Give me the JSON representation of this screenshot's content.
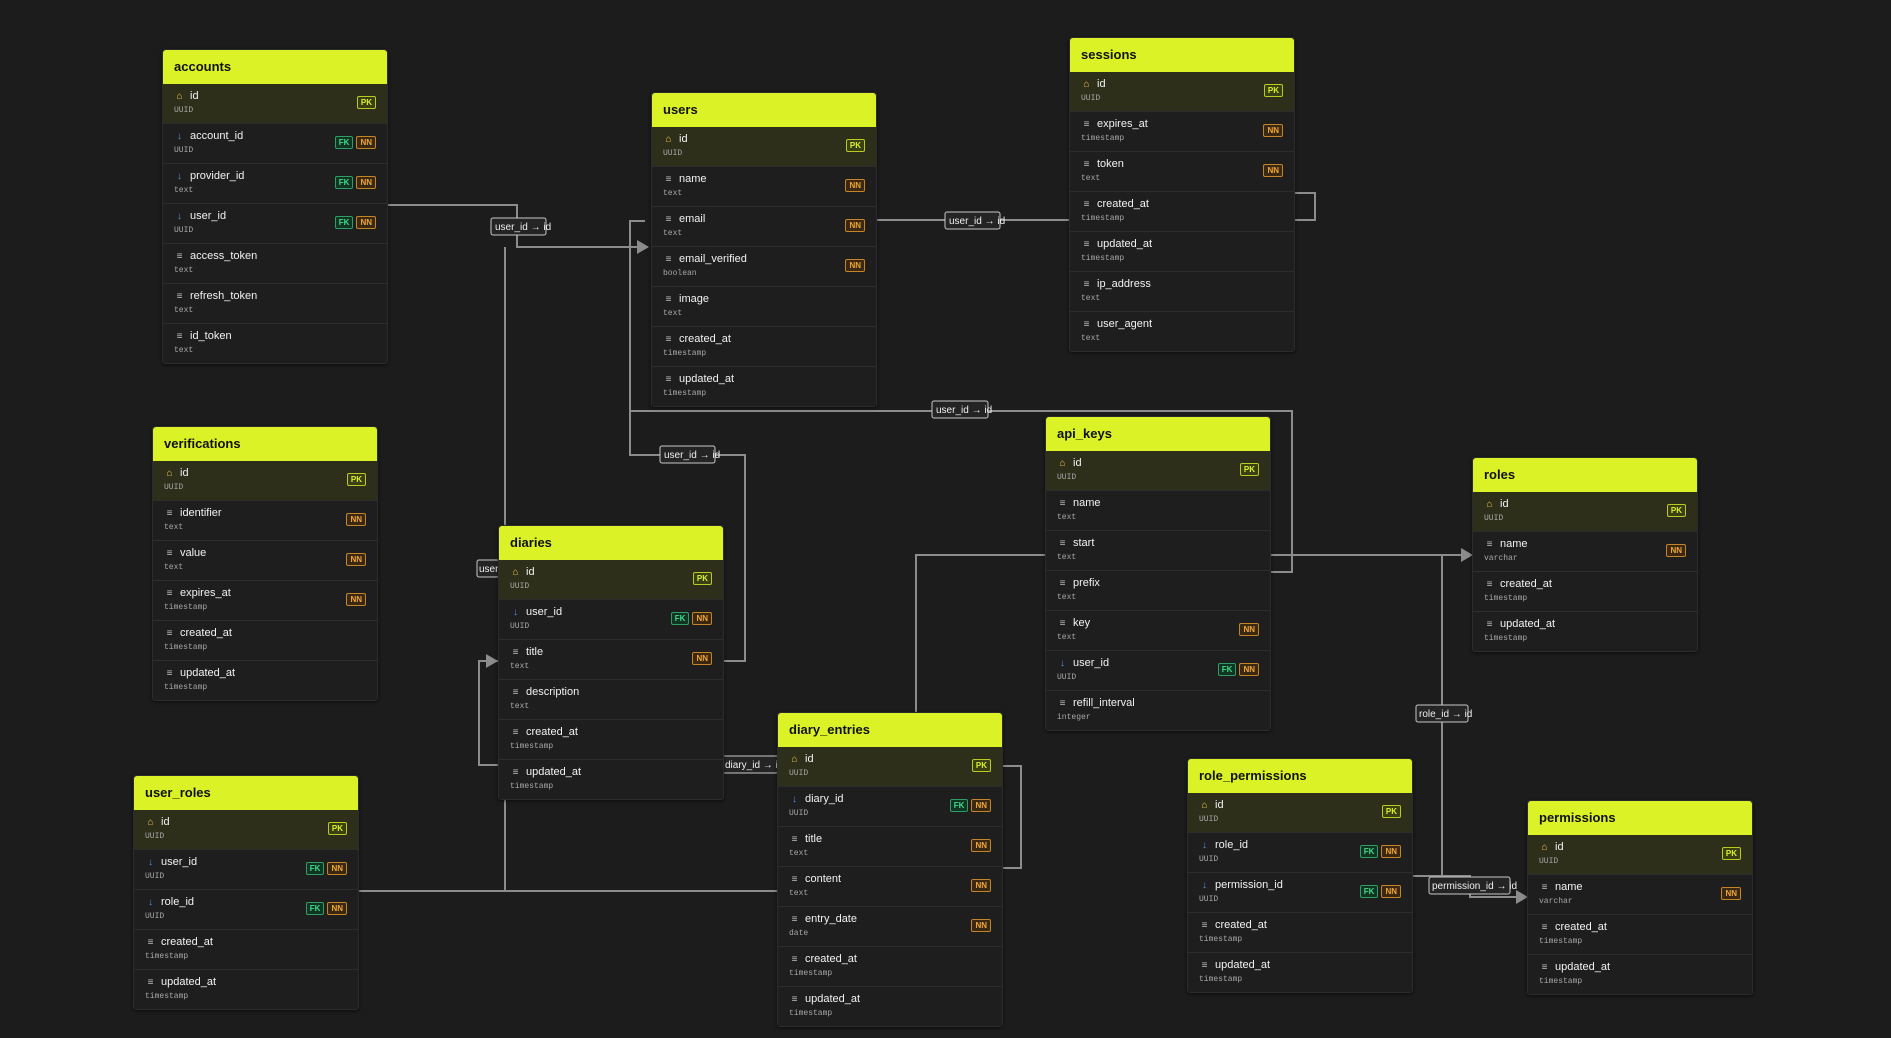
{
  "tables": [
    {
      "key": "accounts",
      "name": "accounts",
      "columns": [
        {
          "name": "id",
          "type": "UUID",
          "icon": "pk",
          "badges": [
            "PK"
          ]
        },
        {
          "name": "account_id",
          "type": "UUID",
          "icon": "fk",
          "badges": [
            "FK",
            "NN"
          ]
        },
        {
          "name": "provider_id",
          "type": "text",
          "icon": "fk",
          "badges": [
            "FK",
            "NN"
          ]
        },
        {
          "name": "user_id",
          "type": "UUID",
          "icon": "fk",
          "badges": [
            "FK",
            "NN"
          ]
        },
        {
          "name": "access_token",
          "type": "text",
          "icon": "col",
          "badges": []
        },
        {
          "name": "refresh_token",
          "type": "text",
          "icon": "col",
          "badges": []
        },
        {
          "name": "id_token",
          "type": "text",
          "icon": "col",
          "badges": []
        }
      ]
    },
    {
      "key": "users",
      "name": "users",
      "columns": [
        {
          "name": "id",
          "type": "UUID",
          "icon": "pk",
          "badges": [
            "PK"
          ]
        },
        {
          "name": "name",
          "type": "text",
          "icon": "col",
          "badges": [
            "NN"
          ]
        },
        {
          "name": "email",
          "type": "text",
          "icon": "col",
          "badges": [
            "NN"
          ]
        },
        {
          "name": "email_verified",
          "type": "boolean",
          "icon": "col",
          "badges": [
            "NN"
          ]
        },
        {
          "name": "image",
          "type": "text",
          "icon": "col",
          "badges": []
        },
        {
          "name": "created_at",
          "type": "timestamp",
          "icon": "col",
          "badges": []
        },
        {
          "name": "updated_at",
          "type": "timestamp",
          "icon": "col",
          "badges": []
        }
      ]
    },
    {
      "key": "sessions",
      "name": "sessions",
      "columns": [
        {
          "name": "id",
          "type": "UUID",
          "icon": "pk",
          "badges": [
            "PK"
          ]
        },
        {
          "name": "expires_at",
          "type": "timestamp",
          "icon": "col",
          "badges": [
            "NN"
          ]
        },
        {
          "name": "token",
          "type": "text",
          "icon": "col",
          "badges": [
            "NN"
          ]
        },
        {
          "name": "created_at",
          "type": "timestamp",
          "icon": "col",
          "badges": []
        },
        {
          "name": "updated_at",
          "type": "timestamp",
          "icon": "col",
          "badges": []
        },
        {
          "name": "ip_address",
          "type": "text",
          "icon": "col",
          "badges": []
        },
        {
          "name": "user_agent",
          "type": "text",
          "icon": "col",
          "badges": []
        }
      ]
    },
    {
      "key": "verifications",
      "name": "verifications",
      "columns": [
        {
          "name": "id",
          "type": "UUID",
          "icon": "pk",
          "badges": [
            "PK"
          ]
        },
        {
          "name": "identifier",
          "type": "text",
          "icon": "col",
          "badges": [
            "NN"
          ]
        },
        {
          "name": "value",
          "type": "text",
          "icon": "col",
          "badges": [
            "NN"
          ]
        },
        {
          "name": "expires_at",
          "type": "timestamp",
          "icon": "col",
          "badges": [
            "NN"
          ]
        },
        {
          "name": "created_at",
          "type": "timestamp",
          "icon": "col",
          "badges": []
        },
        {
          "name": "updated_at",
          "type": "timestamp",
          "icon": "col",
          "badges": []
        }
      ]
    },
    {
      "key": "diaries",
      "name": "diaries",
      "columns": [
        {
          "name": "id",
          "type": "UUID",
          "icon": "pk",
          "badges": [
            "PK"
          ]
        },
        {
          "name": "user_id",
          "type": "UUID",
          "icon": "fk",
          "badges": [
            "FK",
            "NN"
          ]
        },
        {
          "name": "title",
          "type": "text",
          "icon": "col",
          "badges": [
            "NN"
          ]
        },
        {
          "name": "description",
          "type": "text",
          "icon": "col",
          "badges": []
        },
        {
          "name": "created_at",
          "type": "timestamp",
          "icon": "col",
          "badges": []
        },
        {
          "name": "updated_at",
          "type": "timestamp",
          "icon": "col",
          "badges": []
        }
      ]
    },
    {
      "key": "api_keys",
      "name": "api_keys",
      "columns": [
        {
          "name": "id",
          "type": "UUID",
          "icon": "pk",
          "badges": [
            "PK"
          ]
        },
        {
          "name": "name",
          "type": "text",
          "icon": "col",
          "badges": []
        },
        {
          "name": "start",
          "type": "text",
          "icon": "col",
          "badges": []
        },
        {
          "name": "prefix",
          "type": "text",
          "icon": "col",
          "badges": []
        },
        {
          "name": "key",
          "type": "text",
          "icon": "col",
          "badges": [
            "NN"
          ]
        },
        {
          "name": "user_id",
          "type": "UUID",
          "icon": "fk",
          "badges": [
            "FK",
            "NN"
          ]
        },
        {
          "name": "refill_interval",
          "type": "integer",
          "icon": "col",
          "badges": []
        }
      ]
    },
    {
      "key": "roles",
      "name": "roles",
      "columns": [
        {
          "name": "id",
          "type": "UUID",
          "icon": "pk",
          "badges": [
            "PK"
          ]
        },
        {
          "name": "name",
          "type": "varchar",
          "icon": "col",
          "badges": [
            "NN"
          ]
        },
        {
          "name": "created_at",
          "type": "timestamp",
          "icon": "col",
          "badges": []
        },
        {
          "name": "updated_at",
          "type": "timestamp",
          "icon": "col",
          "badges": []
        }
      ]
    },
    {
      "key": "user_roles",
      "name": "user_roles",
      "columns": [
        {
          "name": "id",
          "type": "UUID",
          "icon": "pk",
          "badges": [
            "PK"
          ]
        },
        {
          "name": "user_id",
          "type": "UUID",
          "icon": "fk",
          "badges": [
            "FK",
            "NN"
          ]
        },
        {
          "name": "role_id",
          "type": "UUID",
          "icon": "fk",
          "badges": [
            "FK",
            "NN"
          ]
        },
        {
          "name": "created_at",
          "type": "timestamp",
          "icon": "col",
          "badges": []
        },
        {
          "name": "updated_at",
          "type": "timestamp",
          "icon": "col",
          "badges": []
        }
      ]
    },
    {
      "key": "diary_entries",
      "name": "diary_entries",
      "columns": [
        {
          "name": "id",
          "type": "UUID",
          "icon": "pk",
          "badges": [
            "PK"
          ]
        },
        {
          "name": "diary_id",
          "type": "UUID",
          "icon": "fk",
          "badges": [
            "FK",
            "NN"
          ]
        },
        {
          "name": "title",
          "type": "text",
          "icon": "col",
          "badges": [
            "NN"
          ]
        },
        {
          "name": "content",
          "type": "text",
          "icon": "col",
          "badges": [
            "NN"
          ]
        },
        {
          "name": "entry_date",
          "type": "date",
          "icon": "col",
          "badges": [
            "NN"
          ]
        },
        {
          "name": "created_at",
          "type": "timestamp",
          "icon": "col",
          "badges": []
        },
        {
          "name": "updated_at",
          "type": "timestamp",
          "icon": "col",
          "badges": []
        }
      ]
    },
    {
      "key": "role_permissions",
      "name": "role_permissions",
      "columns": [
        {
          "name": "id",
          "type": "UUID",
          "icon": "pk",
          "badges": [
            "PK"
          ]
        },
        {
          "name": "role_id",
          "type": "UUID",
          "icon": "fk",
          "badges": [
            "FK",
            "NN"
          ]
        },
        {
          "name": "permission_id",
          "type": "UUID",
          "icon": "fk",
          "badges": [
            "FK",
            "NN"
          ]
        },
        {
          "name": "created_at",
          "type": "timestamp",
          "icon": "col",
          "badges": []
        },
        {
          "name": "updated_at",
          "type": "timestamp",
          "icon": "col",
          "badges": []
        }
      ]
    },
    {
      "key": "permissions",
      "name": "permissions",
      "columns": [
        {
          "name": "id",
          "type": "UUID",
          "icon": "pk",
          "badges": [
            "PK"
          ]
        },
        {
          "name": "name",
          "type": "varchar",
          "icon": "col",
          "badges": [
            "NN"
          ]
        },
        {
          "name": "created_at",
          "type": "timestamp",
          "icon": "col",
          "badges": []
        },
        {
          "name": "updated_at",
          "type": "timestamp",
          "icon": "col",
          "badges": []
        }
      ]
    }
  ],
  "relationships": [
    {
      "key": "accounts_users",
      "label": "user_id → id"
    },
    {
      "key": "sessions_users",
      "label": "user_id → id"
    },
    {
      "key": "apikeys_users",
      "label": "user_id → id"
    },
    {
      "key": "diaries_users",
      "label": "user_id → id"
    },
    {
      "key": "userroles_users",
      "label": "user_id → id"
    },
    {
      "key": "entries_diaries",
      "label": "diary_id → id"
    },
    {
      "key": "rolepermissions_roles",
      "label": "role_id → id"
    },
    {
      "key": "rolepermissions_permissions",
      "label": "permission_id → id"
    }
  ],
  "colors": {
    "header": "#dbf227",
    "background": "#1c1c1c",
    "edge": "#8c8c8c",
    "pk": "#dbf227",
    "fk": "#3ddc8a",
    "nn": "#f0a638"
  }
}
